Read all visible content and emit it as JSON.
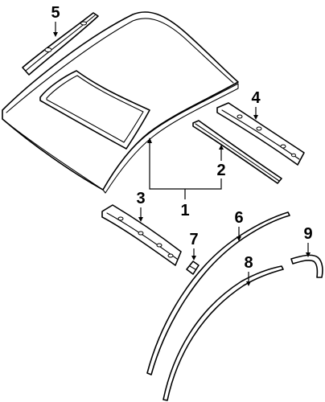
{
  "colors": {
    "line": "#000000",
    "background": "#ffffff"
  },
  "callouts": {
    "c1": "1",
    "c2": "2",
    "c3": "3",
    "c4": "4",
    "c5": "5",
    "c6": "6",
    "c7": "7",
    "c8": "8",
    "c9": "9"
  }
}
